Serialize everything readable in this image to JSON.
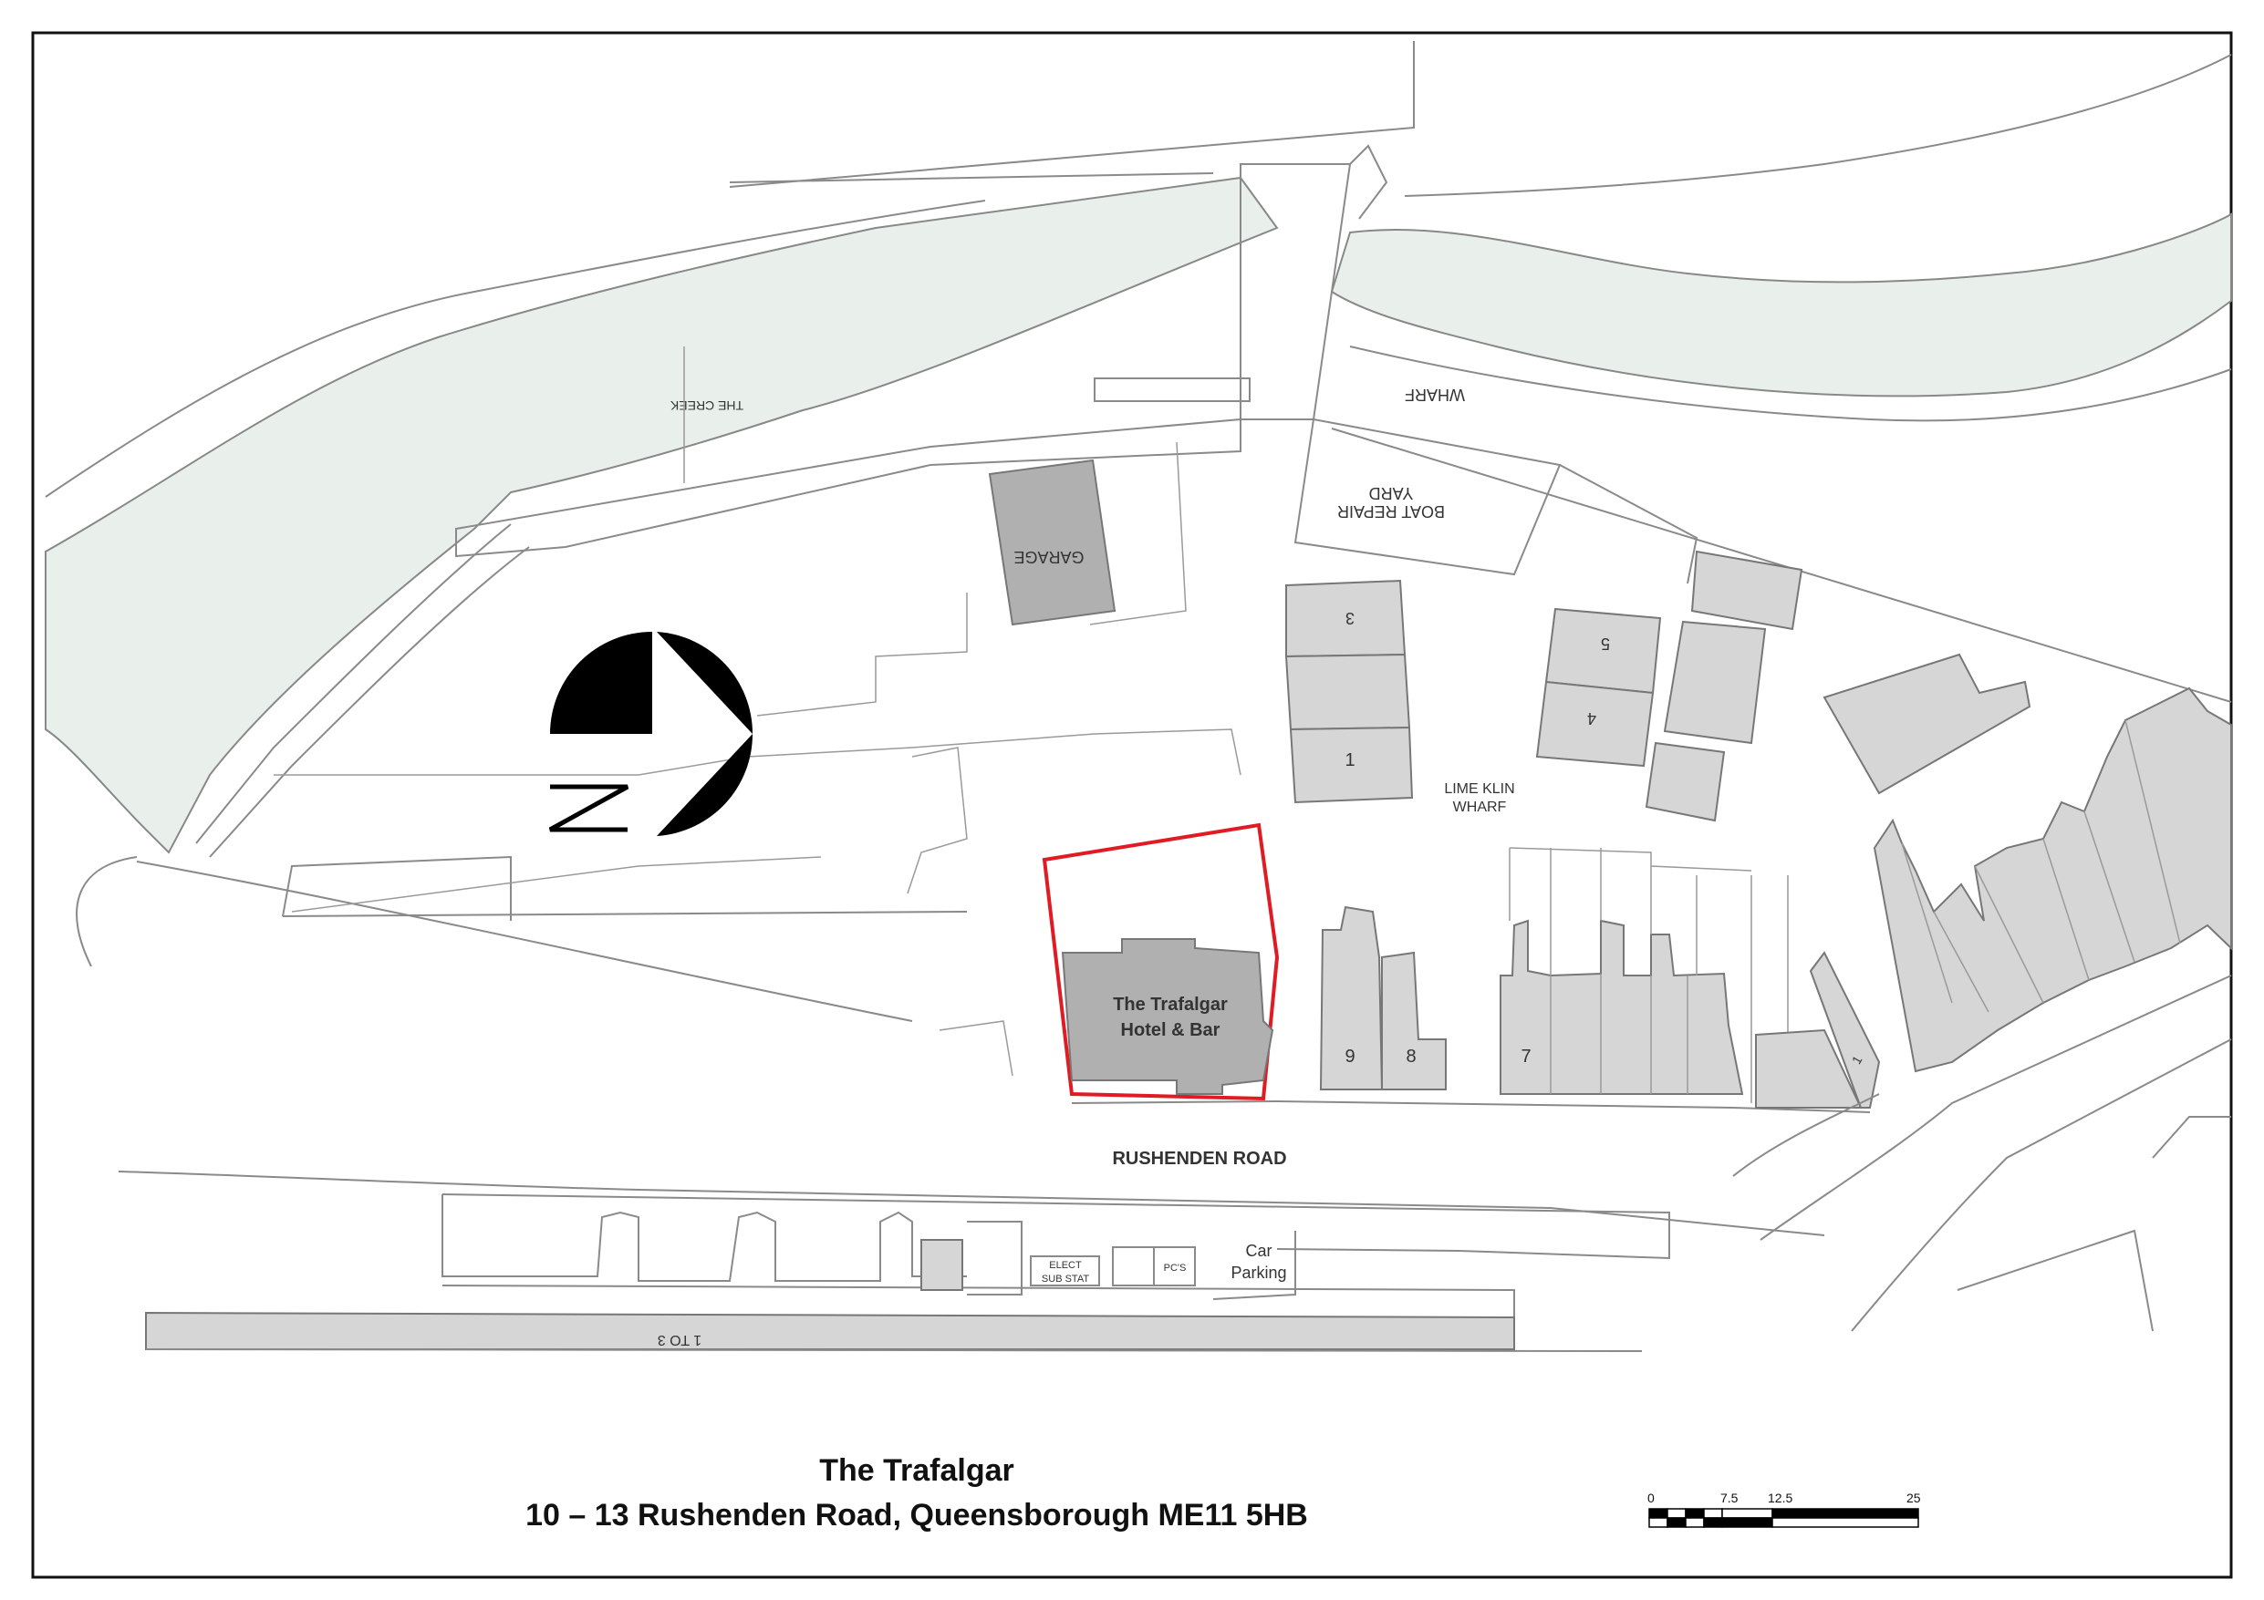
{
  "labels": {
    "creek": "THE CREEK",
    "wharf": "WHARF",
    "boat_repair_line1": "BOAT REPAIR",
    "boat_repair_line2": "YARD",
    "garage": "GARAGE",
    "lime_line1": "LIME KLIN",
    "lime_line2": "WHARF",
    "hotel_line1": "The Trafalgar",
    "hotel_line2": "Hotel & Bar",
    "road": "RUSHENDEN ROAD",
    "car_line1": "Car",
    "car_line2": "Parking",
    "elect_line1": "ELECT",
    "elect_line2": "SUB STAT",
    "pcs": "PC'S",
    "units_1_to_3": "1 TO 3",
    "unit_1": "1",
    "unit_3": "3",
    "unit_4": "4",
    "unit_5": "5",
    "unit_7": "7",
    "unit_8": "8",
    "unit_9": "9",
    "terrace_1": "1"
  },
  "title_block": {
    "title": "The Trafalgar",
    "address": "10 – 13 Rushenden Road, Queensborough ME11 5HB"
  },
  "scale_bar": {
    "ticks": [
      "0",
      "7.5",
      "12.5",
      "25"
    ]
  },
  "north_arrow": {
    "letter": "N"
  },
  "colors": {
    "site_boundary": "#e01b24",
    "building_fill": "#d6d6d6",
    "water_fill": "#e9f0ec"
  }
}
